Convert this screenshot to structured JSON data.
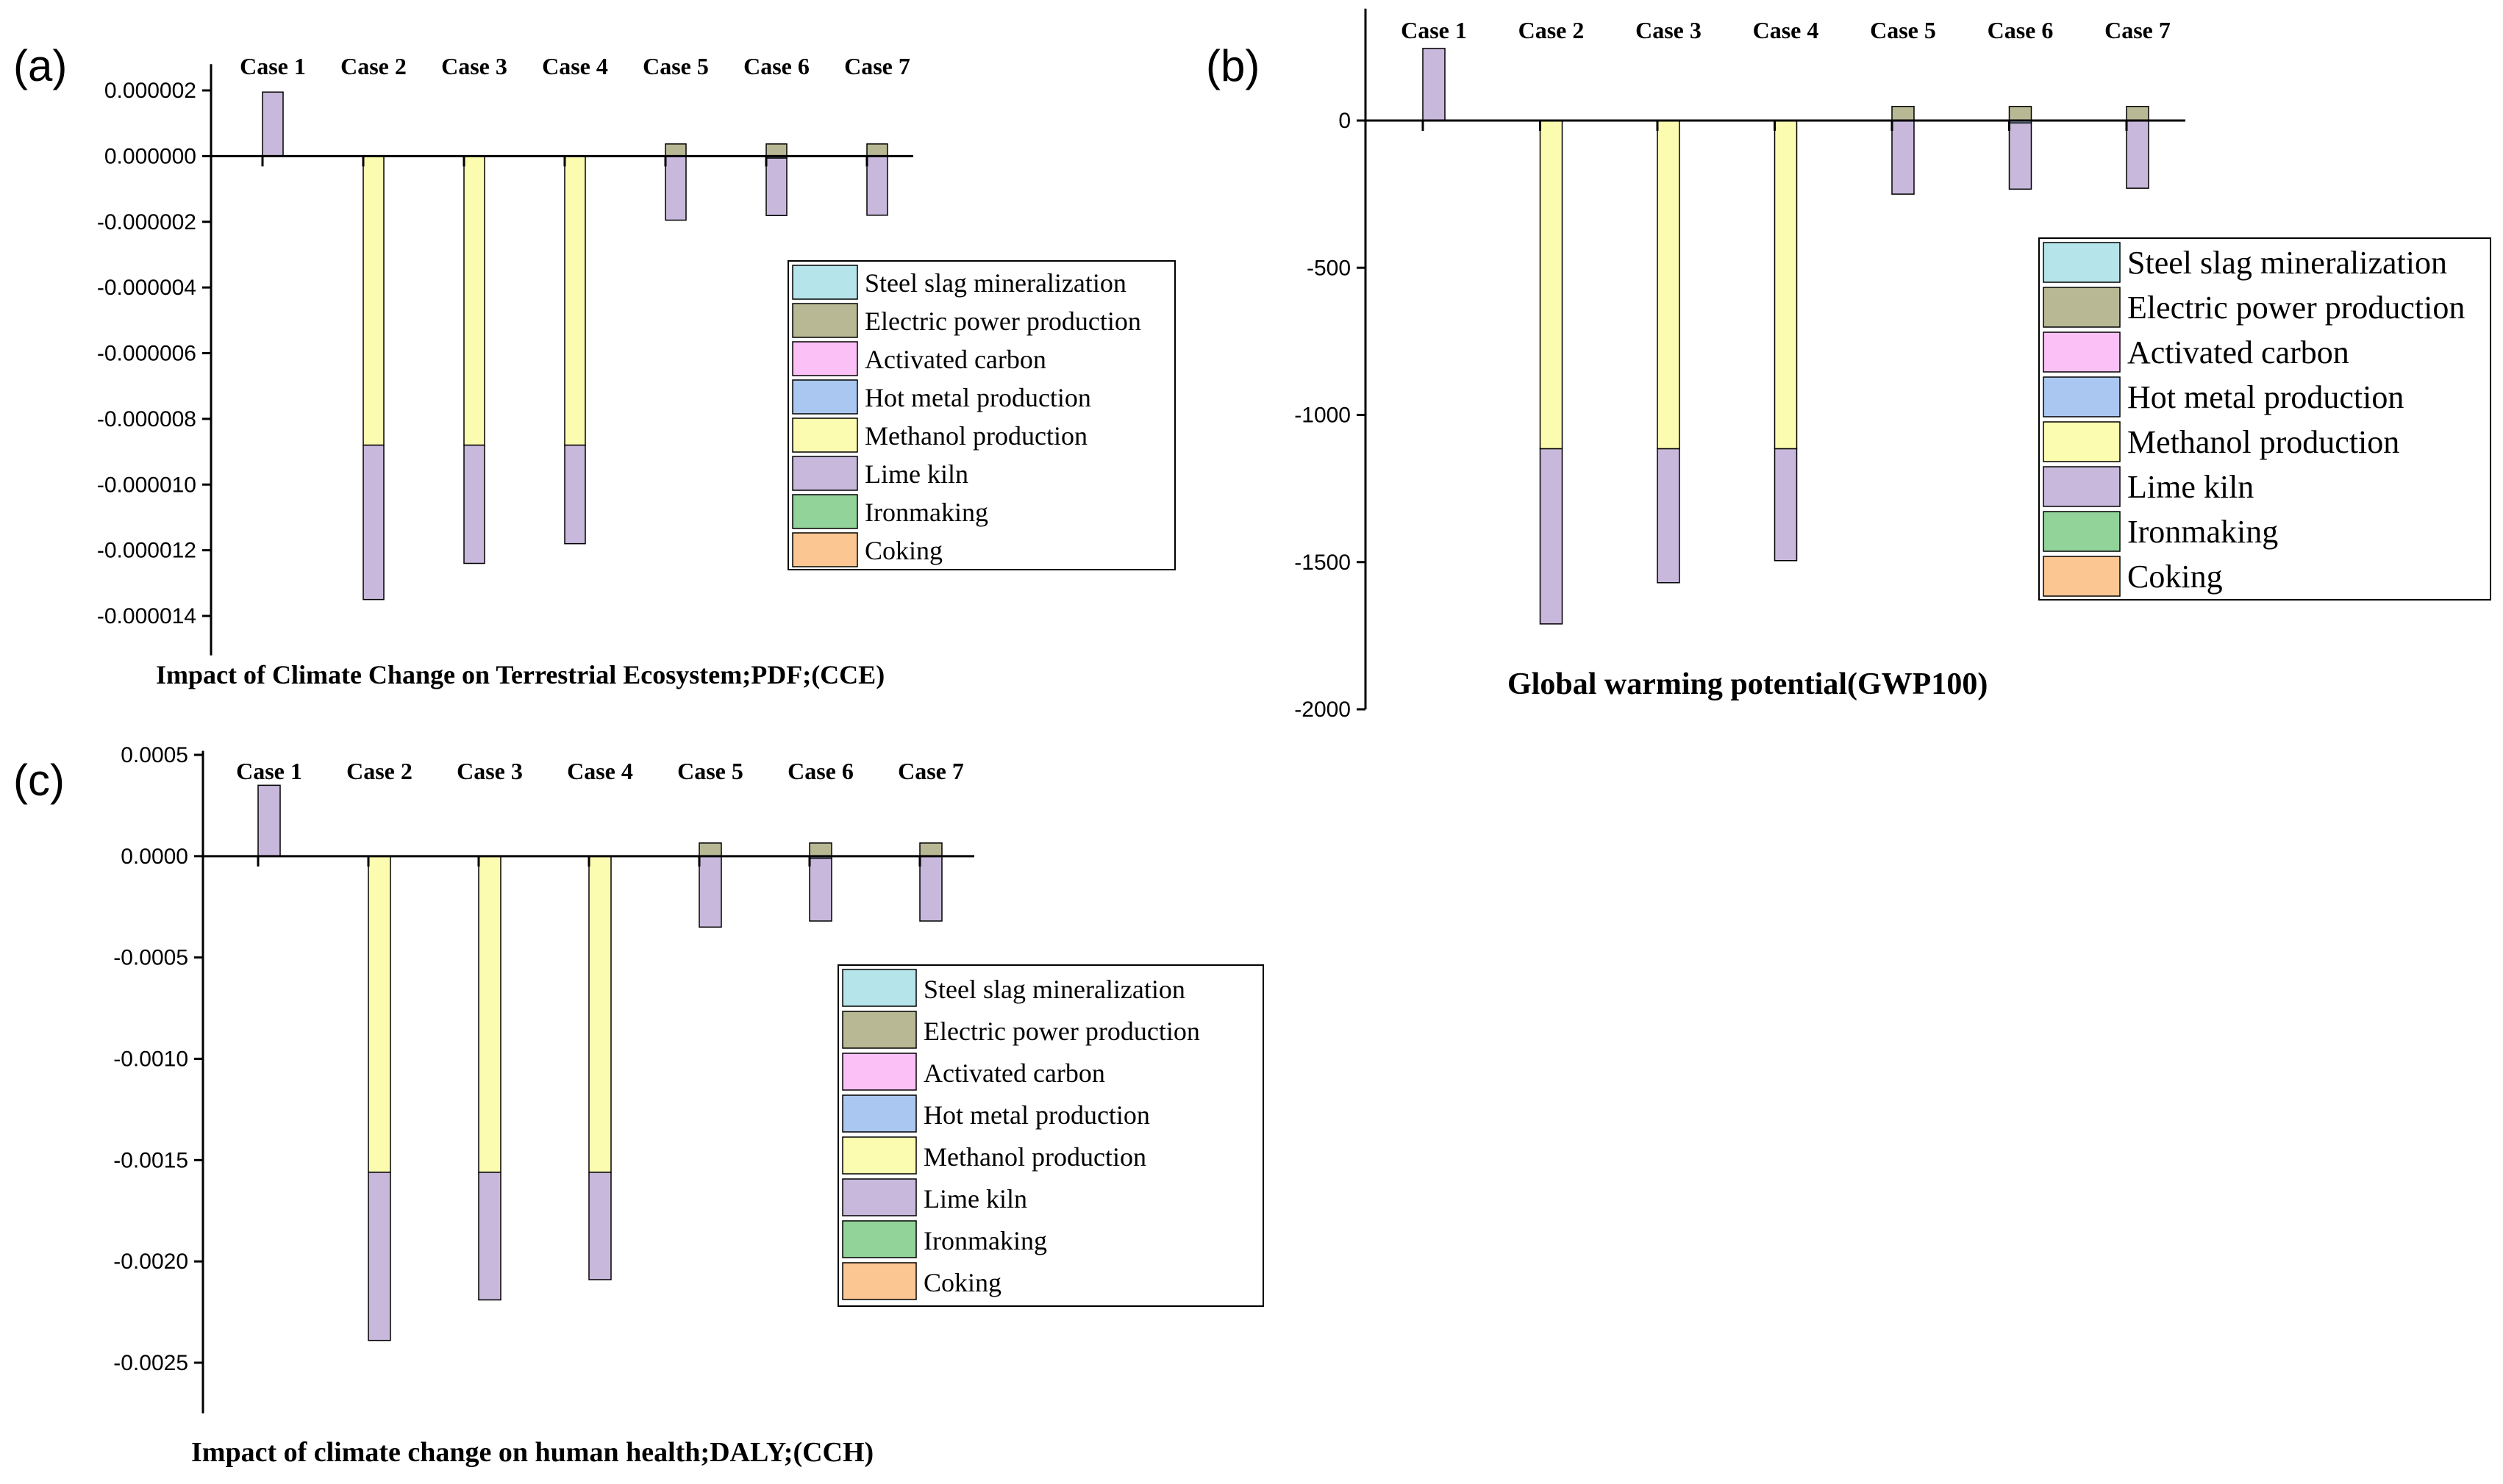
{
  "colors": {
    "Steel slag mineralization": "#b5e4ea",
    "Electric power production": "#b8b894",
    "Activated carbon": "#fbc0f5",
    "Hot metal production": "#a9c7f0",
    "Methanol production": "#fcfcb0",
    "Lime kiln": "#c8b8dc",
    "Ironmaking": "#92d39a",
    "Coking": "#fbc692"
  },
  "chart_data": [
    {
      "panel": "(a)",
      "type": "bar",
      "stacked": true,
      "title": "",
      "xlabel": "Impact of Climate Change on Terrestrial Ecosystem;PDF;(CCE)",
      "ylabel": "",
      "categories": [
        "Case 1",
        "Case 2",
        "Case 3",
        "Case 4",
        "Case 5",
        "Case 6",
        "Case 7"
      ],
      "ylim": [
        -1.52e-05,
        2.8e-06
      ],
      "yticks": [
        2e-06,
        0.0,
        -2e-06,
        -4e-06,
        -6e-06,
        -8e-06,
        -1e-05,
        -1.2e-05,
        -1.4e-05
      ],
      "ytick_labels": [
        "0.000002",
        "0.000000",
        "-0.000002",
        "-0.000004",
        "-0.000006",
        "-0.000008",
        "-0.000010",
        "-0.000012",
        "-0.000014"
      ],
      "legend_position": "right",
      "series": [
        {
          "name": "Steel slag mineralization",
          "values": [
            0,
            0,
            0,
            0,
            0,
            0,
            0
          ]
        },
        {
          "name": "Electric power production",
          "values": [
            0,
            0,
            0,
            0,
            3.7e-07,
            3.7e-07,
            3.7e-07
          ]
        },
        {
          "name": "Activated carbon",
          "values": [
            0,
            0,
            0,
            0,
            0,
            0,
            0
          ]
        },
        {
          "name": "Hot metal production",
          "values": [
            0,
            0,
            0,
            0,
            0,
            -6e-08,
            0
          ]
        },
        {
          "name": "Methanol production",
          "values": [
            0,
            -8.8e-06,
            -8.8e-06,
            -8.8e-06,
            0,
            0,
            0
          ]
        },
        {
          "name": "Lime kiln",
          "values": [
            1.95e-06,
            -4.7e-06,
            -3.6e-06,
            -3e-06,
            -1.95e-06,
            -1.75e-06,
            -1.8e-06
          ]
        },
        {
          "name": "Ironmaking",
          "values": [
            0,
            0,
            0,
            0,
            0,
            0,
            0
          ]
        },
        {
          "name": "Coking",
          "values": [
            0,
            0,
            0,
            0,
            0,
            0,
            0
          ]
        }
      ]
    },
    {
      "panel": "(b)",
      "type": "bar",
      "stacked": true,
      "title": "",
      "xlabel": "Global warming potential(GWP100)",
      "ylabel": "",
      "categories": [
        "Case 1",
        "Case 2",
        "Case 3",
        "Case 4",
        "Case 5",
        "Case 6",
        "Case 7"
      ],
      "ylim": [
        -2000,
        380
      ],
      "yticks": [
        0,
        -500,
        -1000,
        -1500,
        -2000
      ],
      "ytick_labels": [
        "0",
        "-500",
        "-1000",
        "-1500",
        "-2000"
      ],
      "legend_position": "right",
      "series": [
        {
          "name": "Steel slag mineralization",
          "values": [
            0,
            0,
            0,
            0,
            0,
            0,
            0
          ]
        },
        {
          "name": "Electric power production",
          "values": [
            0,
            0,
            0,
            0,
            48,
            48,
            48
          ]
        },
        {
          "name": "Activated carbon",
          "values": [
            0,
            0,
            0,
            0,
            0,
            0,
            0
          ]
        },
        {
          "name": "Hot metal production",
          "values": [
            0,
            0,
            0,
            0,
            0,
            -8,
            0
          ]
        },
        {
          "name": "Methanol production",
          "values": [
            0,
            -1115,
            -1115,
            -1115,
            0,
            0,
            0
          ]
        },
        {
          "name": "Lime kiln",
          "values": [
            245,
            -595,
            -455,
            -380,
            -250,
            -225,
            -230
          ]
        },
        {
          "name": "Ironmaking",
          "values": [
            0,
            0,
            0,
            0,
            0,
            0,
            0
          ]
        },
        {
          "name": "Coking",
          "values": [
            0,
            0,
            0,
            0,
            0,
            0,
            0
          ]
        }
      ]
    },
    {
      "panel": "(c)",
      "type": "bar",
      "stacked": true,
      "title": "",
      "xlabel": "Impact of climate change on human health;DALY;(CCH)",
      "ylabel": "",
      "categories": [
        "Case 1",
        "Case 2",
        "Case 3",
        "Case 4",
        "Case 5",
        "Case 6",
        "Case 7"
      ],
      "ylim": [
        -0.00275,
        0.00052
      ],
      "yticks": [
        0.0005,
        0.0,
        -0.0005,
        -0.001,
        -0.0015,
        -0.002,
        -0.0025
      ],
      "ytick_labels": [
        "0.0005",
        "0.0000",
        "-0.0005",
        "-0.0010",
        "-0.0015",
        "-0.0020",
        "-0.0025"
      ],
      "legend_position": "right",
      "series": [
        {
          "name": "Steel slag mineralization",
          "values": [
            0,
            0,
            0,
            0,
            0,
            0,
            0
          ]
        },
        {
          "name": "Electric power production",
          "values": [
            0,
            0,
            0,
            0,
            6.5e-05,
            6.5e-05,
            6.5e-05
          ]
        },
        {
          "name": "Activated carbon",
          "values": [
            0,
            0,
            0,
            0,
            0,
            0,
            0
          ]
        },
        {
          "name": "Hot metal production",
          "values": [
            0,
            0,
            0,
            0,
            0,
            -1e-05,
            0
          ]
        },
        {
          "name": "Methanol production",
          "values": [
            0,
            -0.00156,
            -0.00156,
            -0.00156,
            0,
            0,
            0
          ]
        },
        {
          "name": "Lime kiln",
          "values": [
            0.00035,
            -0.00083,
            -0.00063,
            -0.00053,
            -0.00035,
            -0.00031,
            -0.00032
          ]
        },
        {
          "name": "Ironmaking",
          "values": [
            0,
            0,
            0,
            0,
            0,
            0,
            0
          ]
        },
        {
          "name": "Coking",
          "values": [
            0,
            0,
            0,
            0,
            0,
            0,
            0
          ]
        }
      ]
    }
  ]
}
